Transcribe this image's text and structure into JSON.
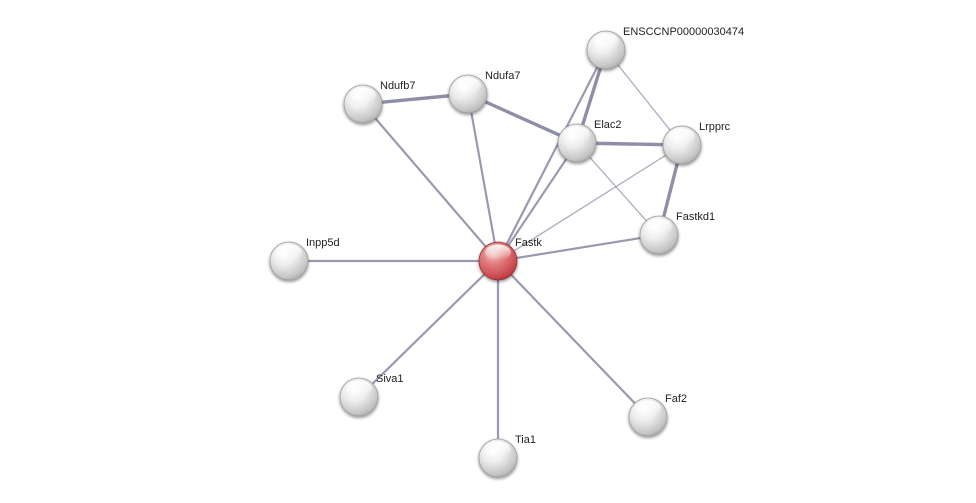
{
  "network": {
    "nodes": [
      {
        "id": "Fastk",
        "label": "Fastk",
        "query": true
      },
      {
        "id": "ENSCCNP00000030474",
        "label": "ENSCCNP00000030474",
        "query": false
      },
      {
        "id": "Ndufb7",
        "label": "Ndufb7",
        "query": false
      },
      {
        "id": "Ndufa7",
        "label": "Ndufa7",
        "query": false
      },
      {
        "id": "Elac2",
        "label": "Elac2",
        "query": false
      },
      {
        "id": "Lrpprc",
        "label": "Lrpprc",
        "query": false
      },
      {
        "id": "Fastkd1",
        "label": "Fastkd1",
        "query": false
      },
      {
        "id": "Inpp5d",
        "label": "Inpp5d",
        "query": false
      },
      {
        "id": "Siva1",
        "label": "Siva1",
        "query": false
      },
      {
        "id": "Tia1",
        "label": "Tia1",
        "query": false
      },
      {
        "id": "Faf2",
        "label": "Faf2",
        "query": false
      }
    ],
    "edges": [
      {
        "source": "Fastk",
        "target": "Ndufb7",
        "strength": "medium"
      },
      {
        "source": "Fastk",
        "target": "Ndufa7",
        "strength": "medium"
      },
      {
        "source": "Fastk",
        "target": "Elac2",
        "strength": "medium"
      },
      {
        "source": "Fastk",
        "target": "ENSCCNP00000030474",
        "strength": "medium"
      },
      {
        "source": "Fastk",
        "target": "Lrpprc",
        "strength": "weak"
      },
      {
        "source": "Fastk",
        "target": "Fastkd1",
        "strength": "medium"
      },
      {
        "source": "Fastk",
        "target": "Inpp5d",
        "strength": "medium"
      },
      {
        "source": "Fastk",
        "target": "Siva1",
        "strength": "medium"
      },
      {
        "source": "Fastk",
        "target": "Tia1",
        "strength": "medium"
      },
      {
        "source": "Fastk",
        "target": "Faf2",
        "strength": "medium"
      },
      {
        "source": "Ndufb7",
        "target": "Ndufa7",
        "strength": "strong"
      },
      {
        "source": "Ndufa7",
        "target": "Elac2",
        "strength": "strong"
      },
      {
        "source": "Elac2",
        "target": "ENSCCNP00000030474",
        "strength": "strong"
      },
      {
        "source": "Elac2",
        "target": "Lrpprc",
        "strength": "strong"
      },
      {
        "source": "Elac2",
        "target": "Fastkd1",
        "strength": "weak"
      },
      {
        "source": "ENSCCNP00000030474",
        "target": "Lrpprc",
        "strength": "weak"
      },
      {
        "source": "Lrpprc",
        "target": "Fastkd1",
        "strength": "strong"
      }
    ],
    "colors": {
      "query_node": "#d9575c",
      "neighbor_node": "#d6d6d6",
      "edge": "#8e8fa6"
    }
  }
}
